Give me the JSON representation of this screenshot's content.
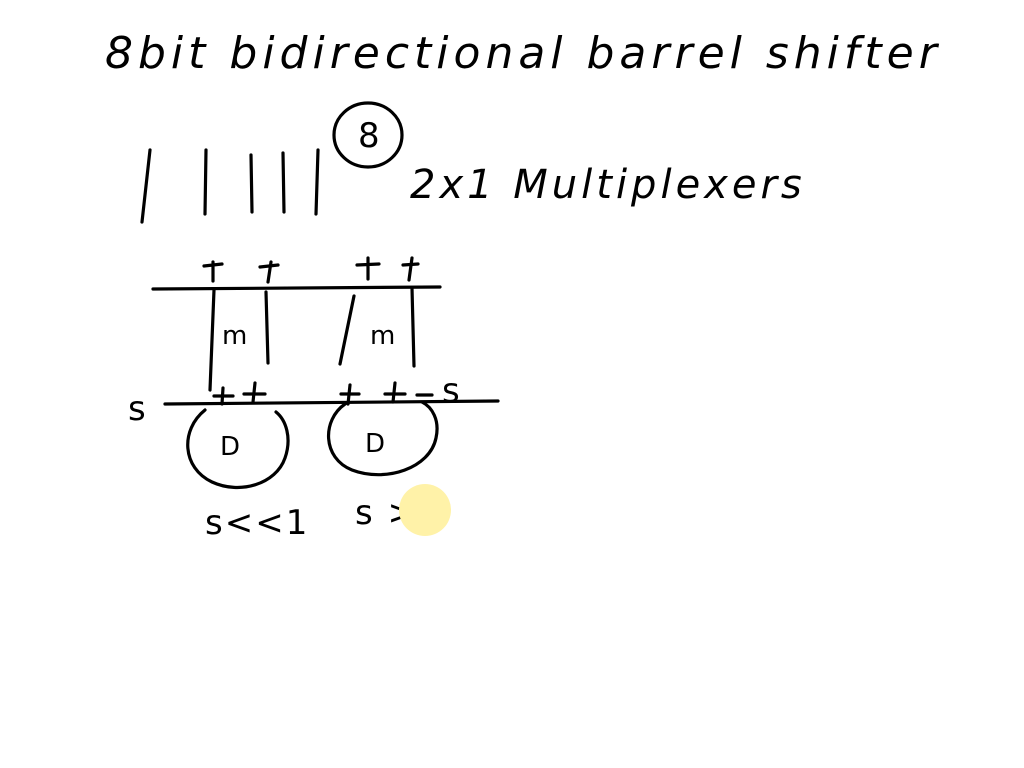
{
  "whiteboard": {
    "title": "8bit bidirectional barrel shifter",
    "mux_count": "8",
    "mux_label": "2x1 Multiplexers",
    "mux_left_label": "m",
    "mux_right_label": "m",
    "select_left_label": "s",
    "select_right_label": "s",
    "block_left_label": "D",
    "block_right_label": "D",
    "shift_left_expr": "s<<1",
    "shift_right_expr": "s >"
  },
  "colors": {
    "background": "#ffffff",
    "ink": "#000000",
    "pointer_highlight": "#fff2a8"
  }
}
